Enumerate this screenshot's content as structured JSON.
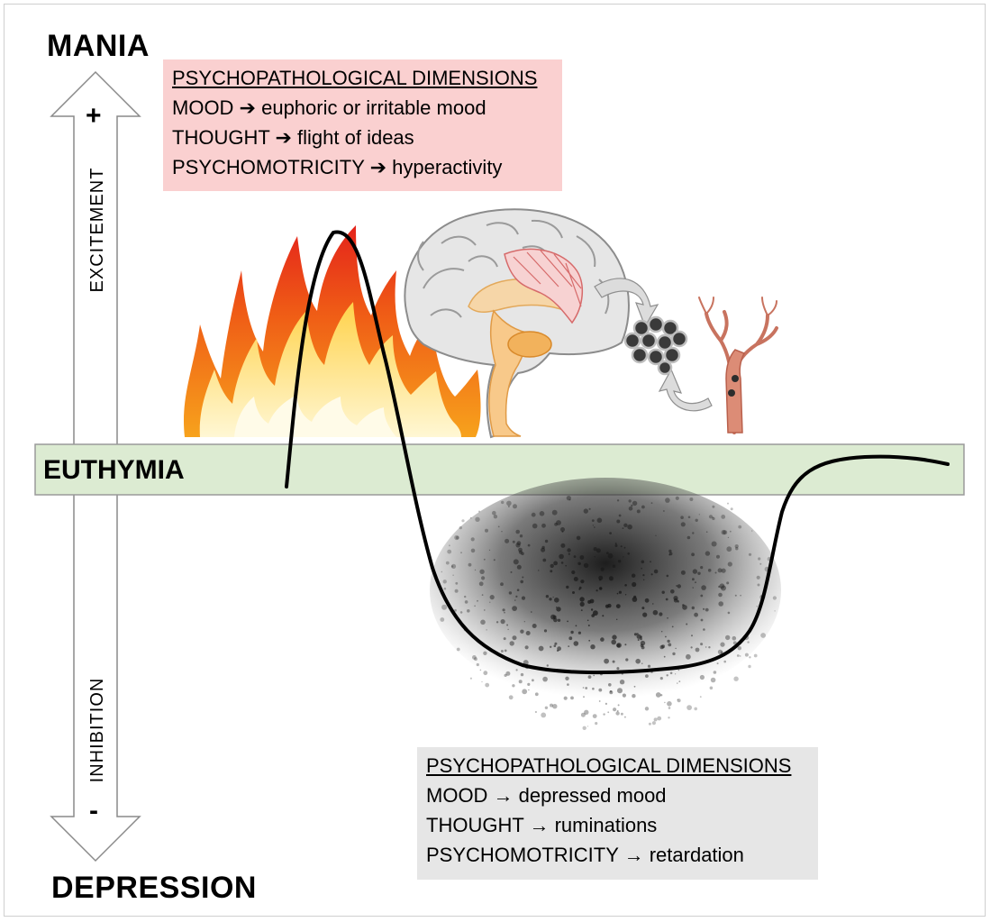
{
  "figure": {
    "poles": {
      "top": "MANIA",
      "bottom": "DEPRESSION"
    },
    "axis": {
      "upper_label": "EXCITEMENT",
      "lower_label": "INHIBITION",
      "plus_sign": "+",
      "minus_sign": "-"
    },
    "baseline": {
      "label": "EUTHYMIA",
      "color": "#dcebd2"
    },
    "mania_box": {
      "title": "PSYCHOPATHOLOGICAL DIMENSIONS",
      "lines": [
        "MOOD ➔ euphoric or irritable mood",
        "THOUGHT ➔ flight of ideas",
        "PSYCHOMOTRICITY ➔ hyperactivity"
      ],
      "color": "#fad0d0"
    },
    "depression_box": {
      "title": "PSYCHOPATHOLOGICAL DIMENSIONS",
      "lines": [
        "MOOD → depressed mood",
        "THOUGHT → ruminations",
        "PSYCHOMOTRICITY → retardation"
      ],
      "color": "#e6e6e6"
    },
    "illustrations": [
      "fire-icon",
      "brain-icon",
      "cell-cluster-icon",
      "blood-vessel-icon",
      "dark-cloud-icon"
    ]
  }
}
